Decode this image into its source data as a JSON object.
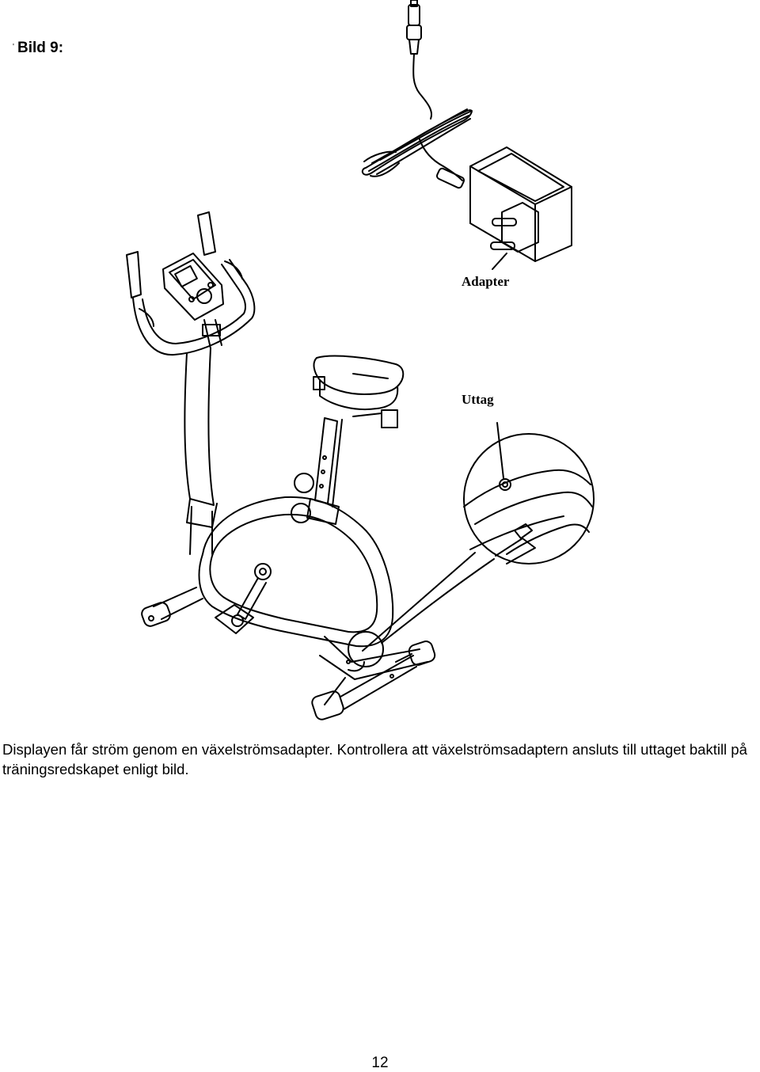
{
  "figure": {
    "title": "Bild 9:",
    "labels": {
      "adapter": "Adapter",
      "outlet": "Uttag"
    },
    "icons": [
      "exercise-bike-illustration",
      "ac-adapter-illustration",
      "outlet-detail-illustration"
    ]
  },
  "body_text": "Displayen får ström genom en växelströmsadapter. Kontrollera att växelströmsadaptern ansluts till uttaget baktill på träningsredskapet enligt bild.",
  "page_number": "12"
}
